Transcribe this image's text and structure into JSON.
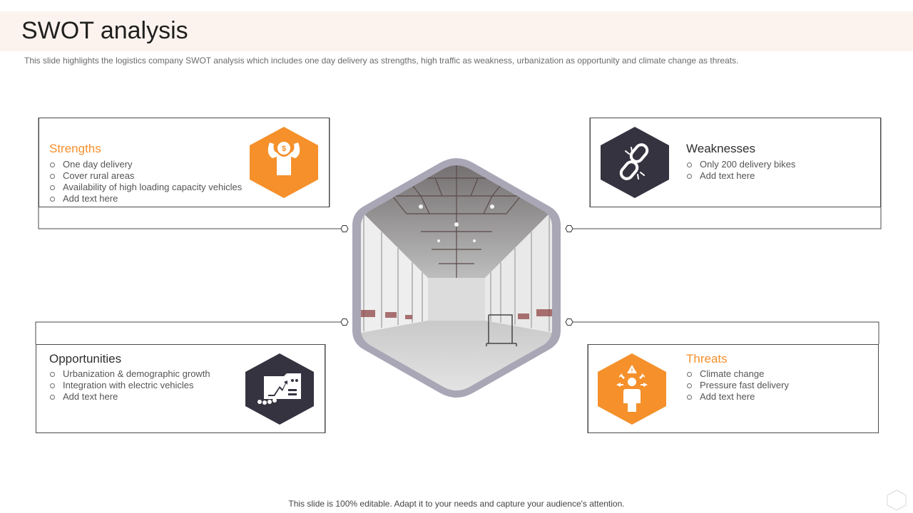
{
  "slide": {
    "title": "SWOT analysis",
    "subtitle": "This slide highlights the logistics company SWOT analysis which includes one day delivery as strengths, high traffic as weakness, urbanization as opportunity and climate change as threats.",
    "footer": "This slide is 100% editable. Adapt it to your needs and capture your audience's attention."
  },
  "colors": {
    "accent": "#f5902b",
    "dark": "#353340",
    "hex_border": "#a9a6b6",
    "title_band": "#fdf3ee"
  },
  "quadrants": {
    "strengths": {
      "heading": "Strengths",
      "icon": "strong-man-money-icon",
      "items": [
        "One day delivery",
        "Cover rural areas",
        "Availability of high loading capacity vehicles",
        "Add text here"
      ]
    },
    "weaknesses": {
      "heading": "Weaknesses",
      "icon": "broken-chain-icon",
      "items": [
        "Only 200 delivery bikes",
        "Add text here"
      ]
    },
    "opportunities": {
      "heading": "Opportunities",
      "icon": "growth-folder-icon",
      "items": [
        "Urbanization & demographic growth",
        "Integration with electric vehicles",
        "Add text here"
      ]
    },
    "threats": {
      "heading": "Threats",
      "icon": "person-warning-icon",
      "items": [
        "Climate change",
        "Pressure fast delivery",
        "Add text here"
      ]
    }
  },
  "center_image": {
    "icon": "warehouse-photo"
  }
}
